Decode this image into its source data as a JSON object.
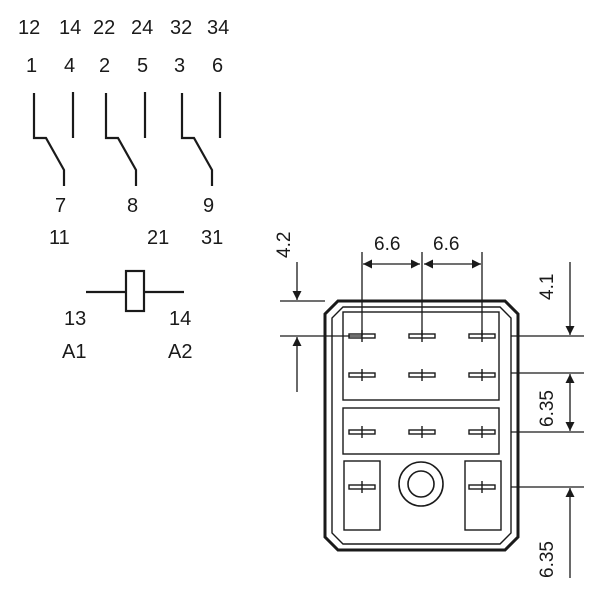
{
  "schematic": {
    "terminal_top_numbers": [
      "12",
      "14",
      "22",
      "24",
      "32",
      "34"
    ],
    "switch_top_numbers": [
      "1",
      "4",
      "2",
      "5",
      "3",
      "6"
    ],
    "common_numbers_row1": [
      "7",
      "8",
      "9"
    ],
    "common_numbers_row2": [
      "11",
      "21",
      "31"
    ],
    "coil": {
      "left_number": "13",
      "left_alias": "A1",
      "right_number": "14",
      "right_alias": "A2"
    }
  },
  "dimensions": {
    "pin_spacing_left": "6.6",
    "pin_spacing_right": "6.6",
    "top_offset": "4.2",
    "right_offset": "4.1",
    "row_spacing_1": "6.35",
    "row_spacing_2": "6.35"
  }
}
